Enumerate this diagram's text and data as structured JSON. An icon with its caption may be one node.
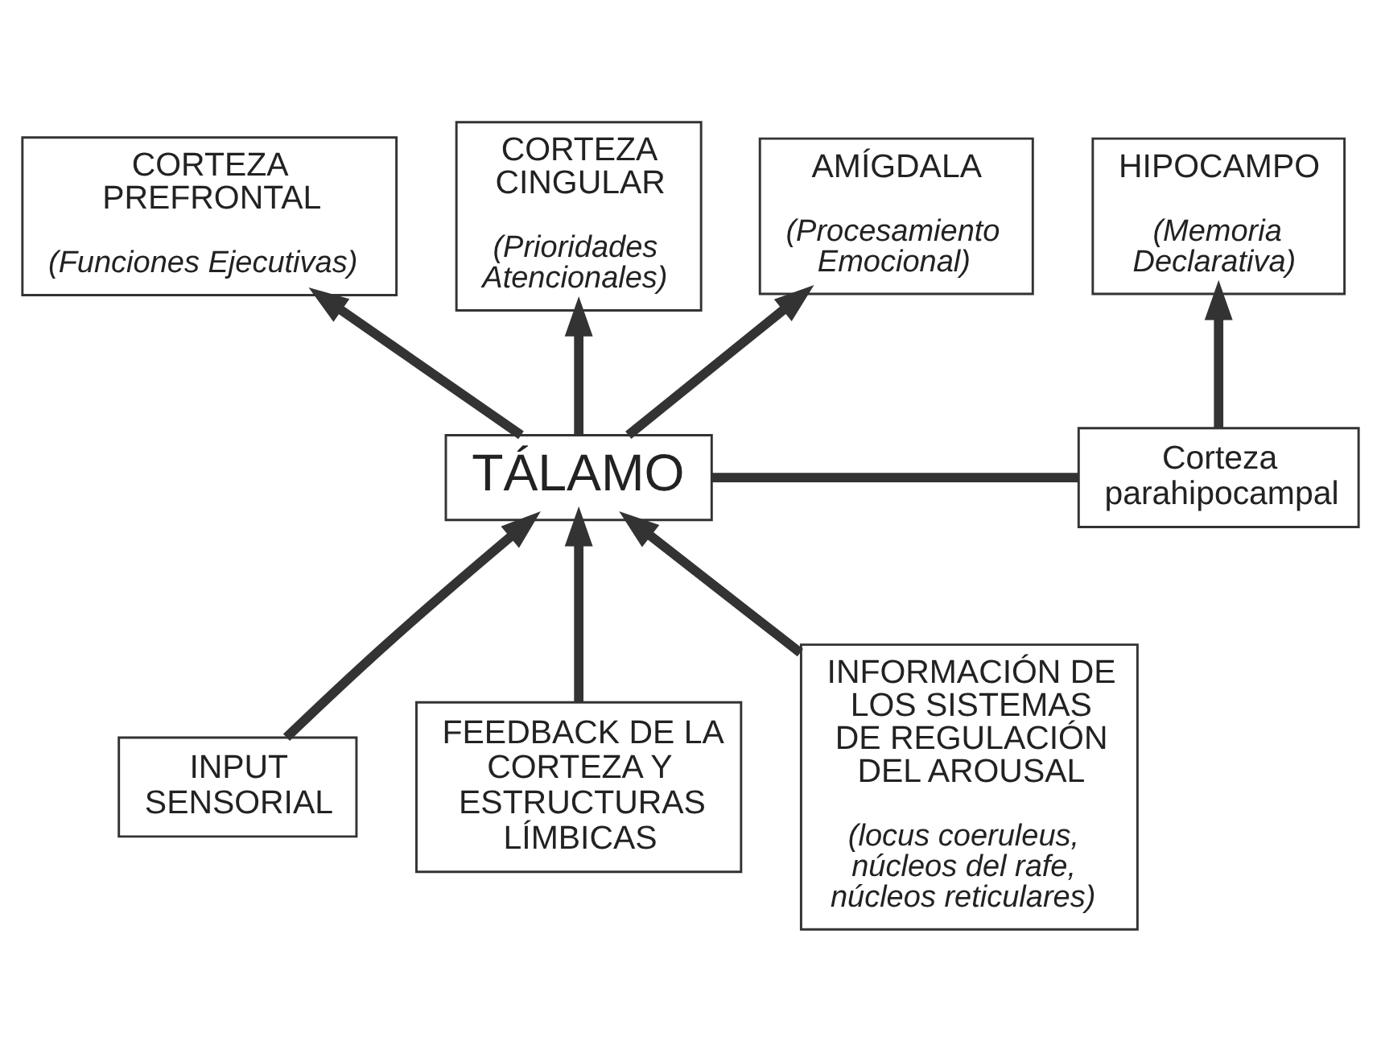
{
  "diagram": {
    "nodes": [
      {
        "text": [
          "CORTEZA PREFRONTAL",
          "(Funciones Ejecutivas)"
        ]
      },
      {
        "text": [
          "CORTEZA CINGULAR",
          "(Prioridades Atencionales)"
        ]
      },
      {
        "text": [
          "AMÍGDALA",
          "(Procesamiento Emocional)"
        ]
      },
      {
        "text": [
          "HIPOCAMPO",
          "(Memoria Declarativa)"
        ]
      },
      {
        "text": [
          "TÁLAMO"
        ]
      },
      {
        "text": [
          "Corteza parahipocampal"
        ]
      },
      {
        "text": [
          "INPUT SENSORIAL"
        ]
      },
      {
        "text": [
          "FEEDBACK DE LA CORTEZA Y ESTRUCTURAS LÍMBICAS"
        ]
      },
      {
        "text": [
          "INFORMACIÓN DE LOS SISTEMAS DE REGULACIÓN DEL AROUSAL",
          "(locus coeruleus, núcleos del rafe, núcleos reticulares)"
        ]
      }
    ],
    "edges": [
      {
        "from": 4,
        "to": 0,
        "arrow": "to"
      },
      {
        "from": 4,
        "to": 1,
        "arrow": "to"
      },
      {
        "from": 4,
        "to": 2,
        "arrow": "to"
      },
      {
        "from": 4,
        "to": 5,
        "arrow": "none"
      },
      {
        "from": 5,
        "to": 3,
        "arrow": "to"
      },
      {
        "from": 6,
        "to": 4,
        "arrow": "to"
      },
      {
        "from": 7,
        "to": 4,
        "arrow": "to"
      },
      {
        "from": 8,
        "to": 4,
        "arrow": "to"
      }
    ]
  }
}
